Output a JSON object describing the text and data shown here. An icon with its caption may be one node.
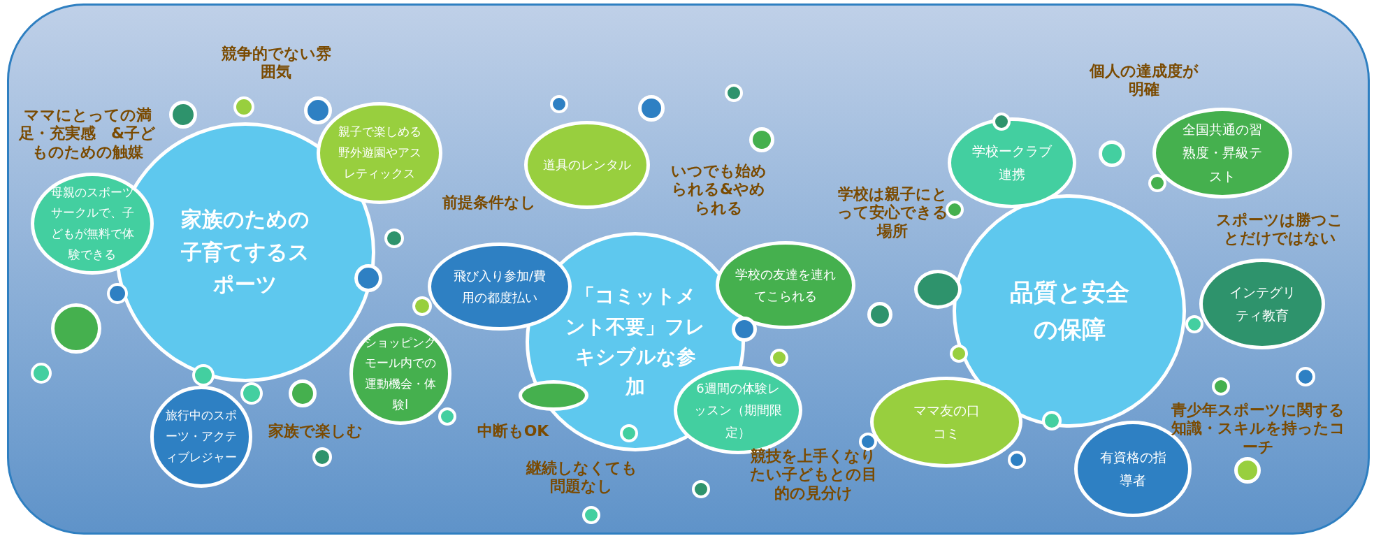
{
  "diagram": {
    "nodes": [
      {
        "text": [
          "家族のための子育てするスポーツ"
        ]
      },
      {
        "text": [
          "母親のスポーツサークルで、子どもが無料で体験できる"
        ]
      },
      {
        "text": [
          "親子で楽しめる野外遊園やアスレティックス"
        ]
      },
      {
        "text": [
          "旅行中のスポーツ・アクティブレジャー"
        ]
      },
      {
        "text": [
          "ショッピングモール内での運動機会・体験l"
        ]
      },
      {
        "text": [
          "「コミットメント不要」フレキシブルな参加"
        ]
      },
      {
        "text": [
          "道具のレンタル"
        ]
      },
      {
        "text": [
          "飛び入り参加/費用の都度払い"
        ]
      },
      {
        "text": [
          "学校の友達を連れてこられる"
        ]
      },
      {
        "text": [
          "6週間の体験レッスン（期間限定）"
        ]
      },
      {
        "text": [
          "品質と安全の保障"
        ]
      },
      {
        "text": [
          "学校ークラブ連携"
        ]
      },
      {
        "text": [
          "全国共通の習熟度・昇級テスト"
        ]
      },
      {
        "text": [
          "インテグリティ教育"
        ]
      },
      {
        "text": [
          "ママ友の口コミ"
        ]
      },
      {
        "text": [
          "有資格の指導者"
        ]
      },
      {
        "text": [],
        "shape": "circle"
      },
      {
        "text": [],
        "shape": "circle"
      },
      {
        "text": [],
        "shape": "circle"
      },
      {
        "text": [],
        "shape": "circle"
      },
      {
        "text": [],
        "shape": "circle"
      },
      {
        "text": [],
        "shape": "circle"
      },
      {
        "text": [],
        "shape": "circle"
      },
      {
        "text": [],
        "shape": "circle"
      },
      {
        "text": [],
        "shape": "circle"
      },
      {
        "text": [],
        "shape": "circle"
      },
      {
        "text": [],
        "shape": "circle"
      },
      {
        "text": [],
        "shape": "circle"
      },
      {
        "text": [],
        "shape": "circle"
      },
      {
        "text": [],
        "shape": "circle"
      },
      {
        "text": [],
        "shape": "ellipse"
      },
      {
        "text": [],
        "shape": "circle"
      },
      {
        "text": [],
        "shape": "circle"
      },
      {
        "text": [],
        "shape": "circle",
        "in": 5
      },
      {
        "text": [],
        "shape": "circle"
      },
      {
        "text": [],
        "shape": "circle"
      },
      {
        "text": [],
        "shape": "circle"
      },
      {
        "text": [],
        "shape": "circle"
      },
      {
        "text": [],
        "shape": "circle"
      },
      {
        "text": [],
        "shape": "circle"
      },
      {
        "text": [],
        "shape": "circle"
      },
      {
        "text": [],
        "shape": "circle"
      },
      {
        "text": [],
        "shape": "ellipse"
      },
      {
        "text": [],
        "shape": "circle"
      },
      {
        "text": [],
        "shape": "circle"
      },
      {
        "text": [],
        "shape": "circle"
      },
      {
        "text": [],
        "shape": "circle"
      },
      {
        "text": [],
        "shape": "circle"
      },
      {
        "text": [],
        "shape": "circle"
      },
      {
        "text": [],
        "shape": "circle"
      },
      {
        "text": [],
        "shape": "circle"
      },
      {
        "text": [],
        "shape": "circle"
      },
      {
        "text": [],
        "shape": "circle"
      },
      {
        "text": [],
        "shape": "circle"
      }
    ],
    "labels": [
      "競争的でない雰囲気",
      "個人の達成度が明確",
      "ママにとっての満足・充実感　&子どものための触媒",
      "いつでも始められる&やめられる",
      "前提条件なし",
      "学校は親子にとって安心できる場所",
      "スポーツは勝つことだけではない",
      "家族で楽しむ",
      "中断もOK",
      "青少年スポーツに関する知識・スキルを持ったコーチ",
      "継続しなくても問題なし",
      "競技を上手くなりたい子どもとの目的の見分け"
    ]
  }
}
